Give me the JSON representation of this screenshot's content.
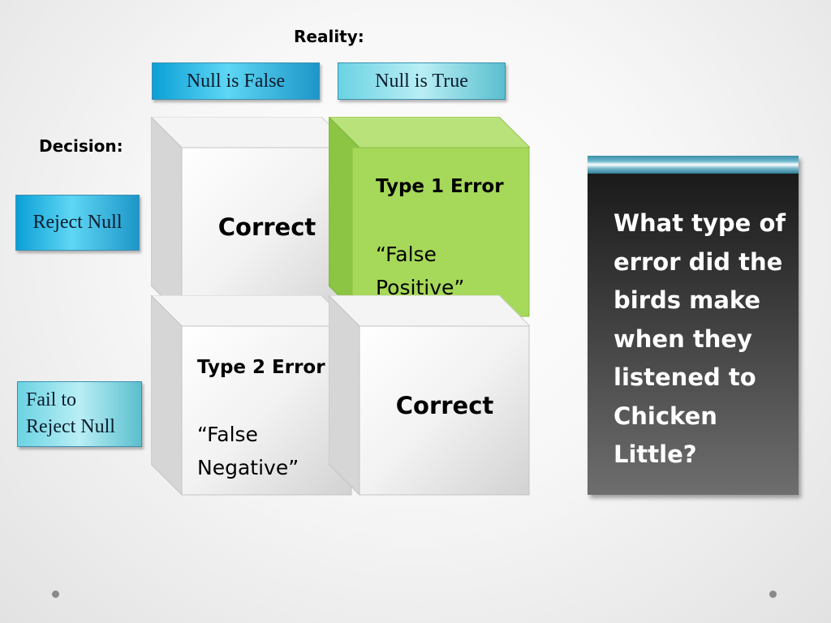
{
  "header": {
    "reality_label": "Reality:",
    "decision_label": "Decision:"
  },
  "columns": {
    "null_false": "Null is False",
    "null_true": "Null is True"
  },
  "rows": {
    "reject_null": "Reject Null",
    "fail_line1": "Fail to",
    "fail_line2": "Reject Null"
  },
  "matrix": {
    "top_left": "Correct",
    "top_right_title": "Type 1 Error",
    "top_right_sub": "“False Positive”",
    "bottom_left_title": "Type 2 Error",
    "bottom_left_sub": "“False Negative”",
    "bottom_right": "Correct"
  },
  "question": {
    "text": "What type of error did the birds make when they listened to Chicken Little?"
  },
  "colors": {
    "cube_gray": "#e8e8e8",
    "cube_green": "#a6d85a",
    "tag_dark_blue": "#1aa6db",
    "tag_light_blue": "#8fe0ec",
    "question_bg": "#3a3a3a"
  }
}
